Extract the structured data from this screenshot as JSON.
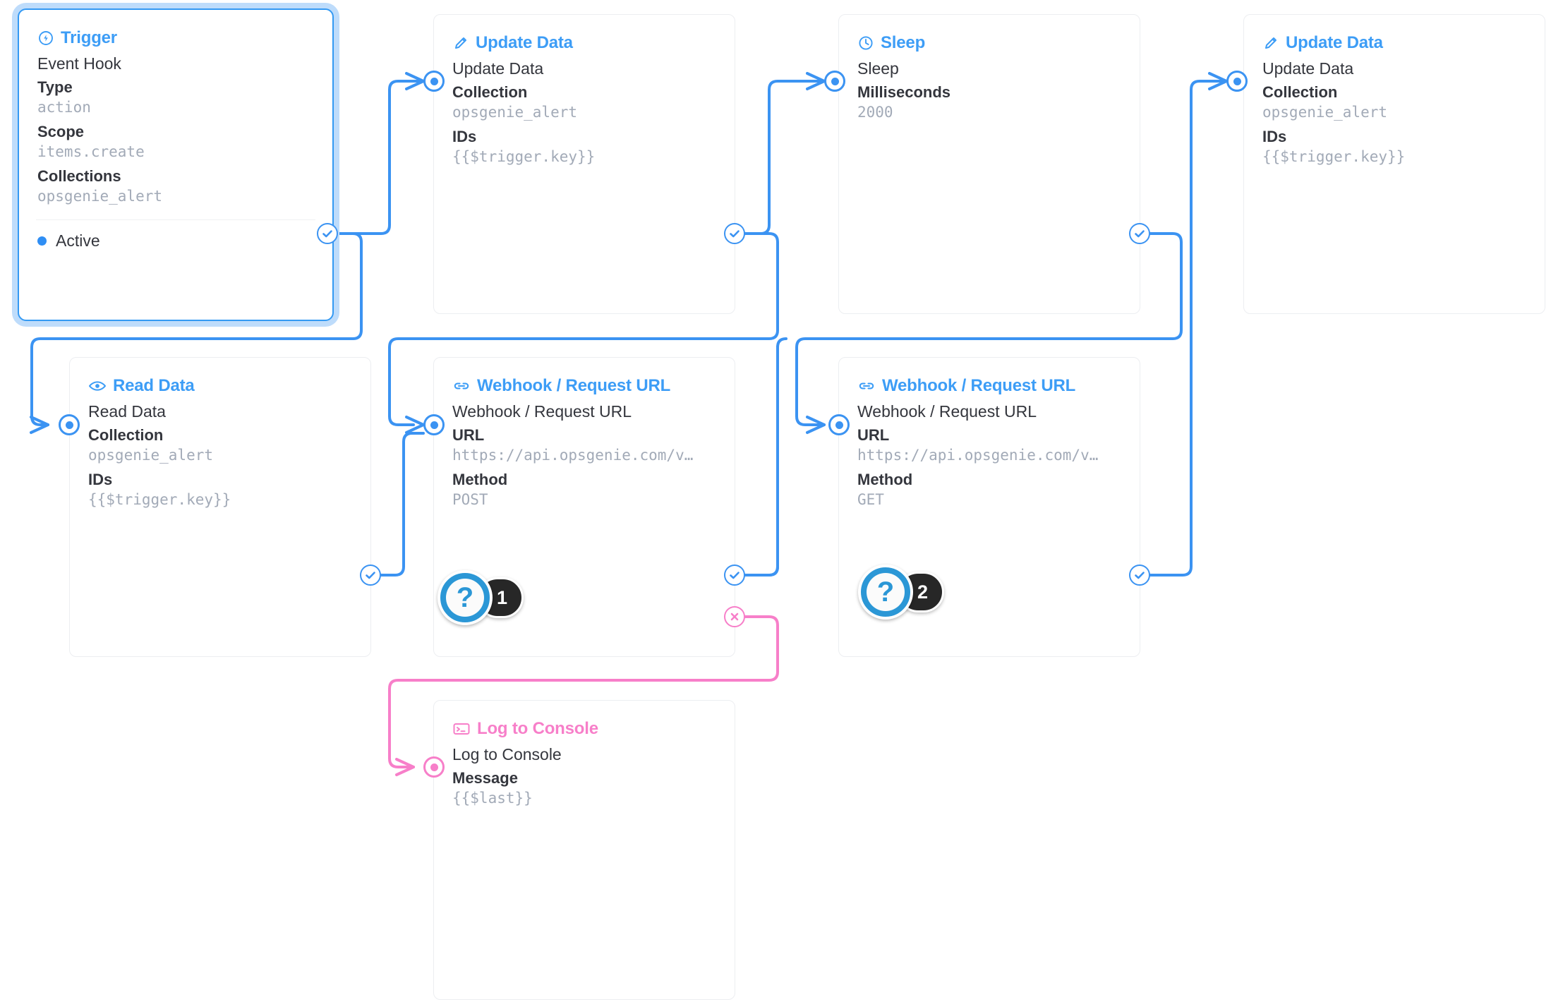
{
  "colors": {
    "accent_blue": "#3d9df6",
    "wire_blue": "#3b93f2",
    "accent_pink": "#f77fc9",
    "badge_blue": "#2b97d6",
    "badge_dark": "#272727",
    "value_gray": "#a2aab7",
    "label_dark": "#34363d",
    "card_border": "#eceef1",
    "selected_glow": "#bedcfb"
  },
  "nodes": {
    "trigger": {
      "header": "Trigger",
      "header_icon": "lightning-circle-icon",
      "row_title": "Event Hook",
      "fields": [
        {
          "label": "Type",
          "value": "action"
        },
        {
          "label": "Scope",
          "value": "items.create"
        },
        {
          "label": "Collections",
          "value": "opsgenie_alert"
        }
      ],
      "status": "Active"
    },
    "update_data_1": {
      "header": "Update Data",
      "header_icon": "pencil-icon",
      "row_title": "Update Data",
      "fields": [
        {
          "label": "Collection",
          "value": "opsgenie_alert"
        },
        {
          "label": "IDs",
          "value": "{{$trigger.key}}"
        }
      ]
    },
    "sleep": {
      "header": "Sleep",
      "header_icon": "clock-icon",
      "row_title": "Sleep",
      "fields": [
        {
          "label": "Milliseconds",
          "value": "2000"
        }
      ]
    },
    "update_data_2": {
      "header": "Update Data",
      "header_icon": "pencil-icon",
      "row_title": "Update Data",
      "fields": [
        {
          "label": "Collection",
          "value": "opsgenie_alert"
        },
        {
          "label": "IDs",
          "value": "{{$trigger.key}}"
        }
      ]
    },
    "read_data": {
      "header": "Read Data",
      "header_icon": "eye-icon",
      "row_title": "Read Data",
      "fields": [
        {
          "label": "Collection",
          "value": "opsgenie_alert"
        },
        {
          "label": "IDs",
          "value": "{{$trigger.key}}"
        }
      ]
    },
    "webhook_post": {
      "header": "Webhook / Request URL",
      "header_icon": "link-icon",
      "row_title": "Webhook / Request URL",
      "fields": [
        {
          "label": "URL",
          "value": "https://api.opsgenie.com/v…"
        },
        {
          "label": "Method",
          "value": "POST"
        }
      ]
    },
    "webhook_get": {
      "header": "Webhook / Request URL",
      "header_icon": "link-icon",
      "row_title": "Webhook / Request URL",
      "fields": [
        {
          "label": "URL",
          "value": "https://api.opsgenie.com/v…"
        },
        {
          "label": "Method",
          "value": "GET"
        }
      ]
    },
    "log_to_console": {
      "header": "Log to Console",
      "header_icon": "console-icon",
      "row_title": "Log to Console",
      "fields": [
        {
          "label": "Message",
          "value": "{{$last}}"
        }
      ]
    }
  },
  "badges": [
    {
      "symbol": "?",
      "number": "1"
    },
    {
      "symbol": "?",
      "number": "2"
    }
  ]
}
